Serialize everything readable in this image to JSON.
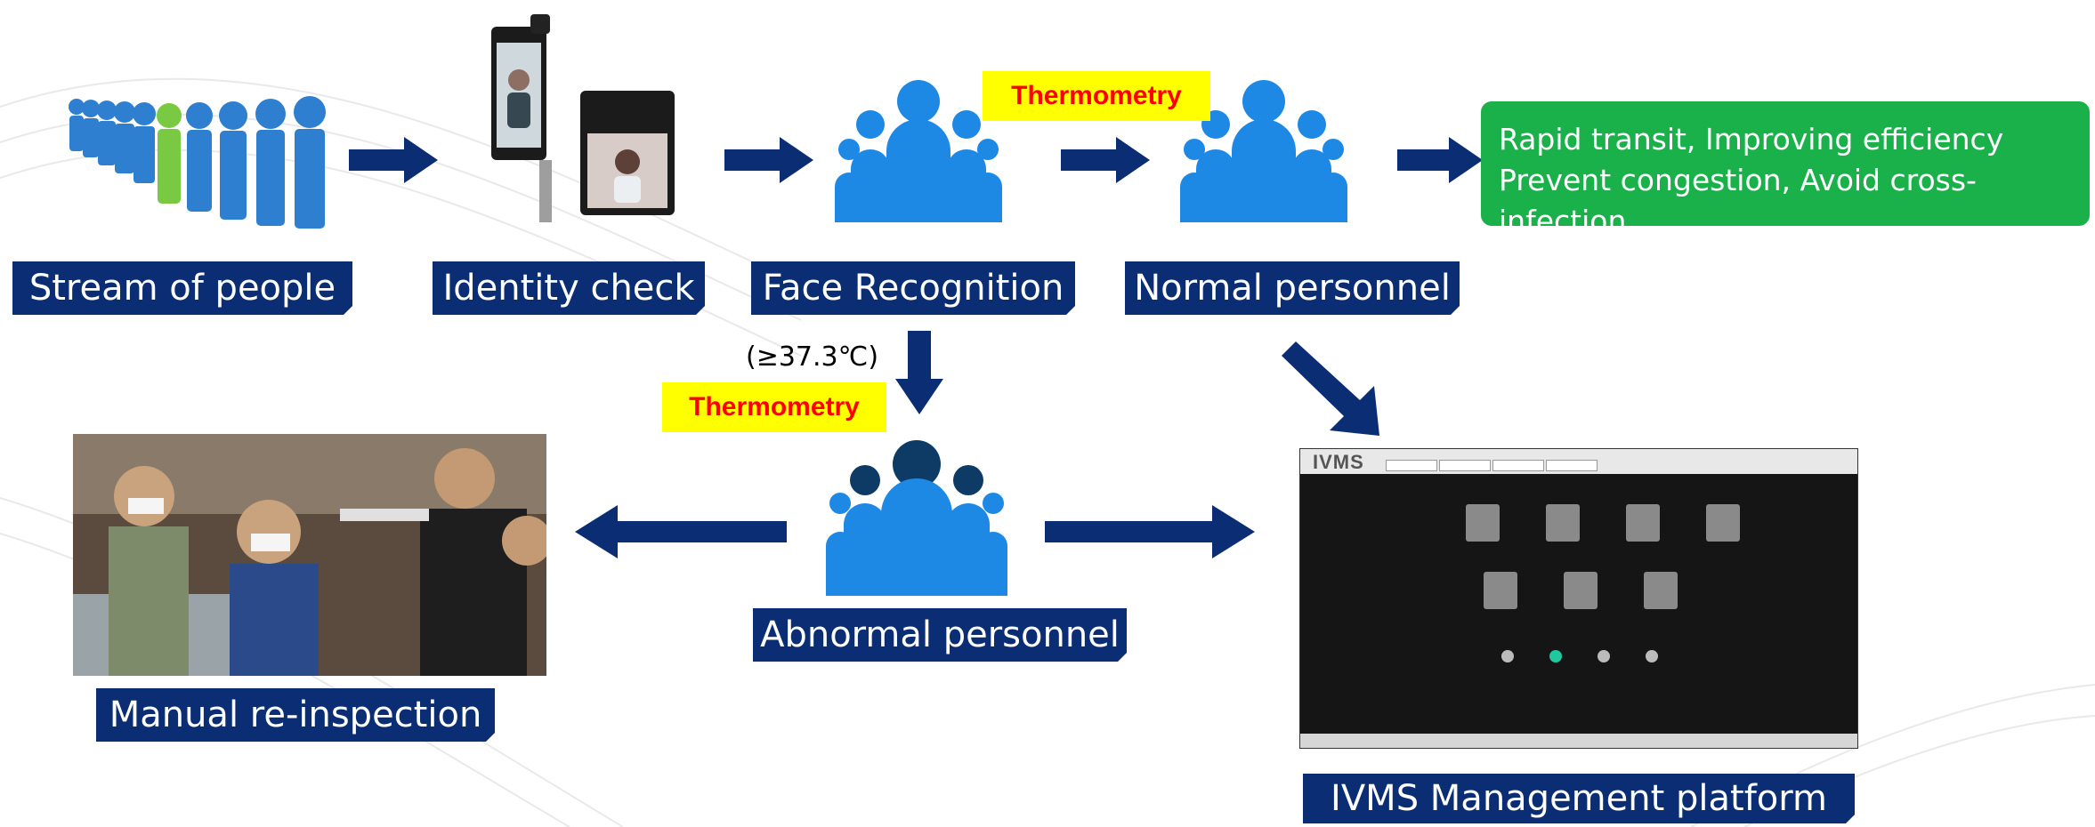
{
  "labels": {
    "stream": "Stream of people",
    "identity": "Identity check",
    "face": "Face Recognition",
    "normal": "Normal personnel",
    "abnormal": "Abnormal personnel",
    "manual": "Manual re-inspection",
    "ivms": "IVMS Management platform"
  },
  "thermometry_top": "Thermometry",
  "thermometry_mid": "Thermometry",
  "temperature_threshold": "(≥37.3℃)",
  "benefits": {
    "line1": "Rapid transit, Improving efficiency",
    "line2": "Prevent congestion, Avoid cross-infection"
  },
  "ivms_screen": {
    "logo": "IVMS"
  },
  "colors": {
    "label_bg": "#0b2d73",
    "arrow": "#0b2d73",
    "thermo_bg": "#ffff00",
    "thermo_text": "#ff0000",
    "benefit_bg": "#1ab04a",
    "person_blue": "#1e88e5",
    "person_navy": "#0d3b66"
  }
}
